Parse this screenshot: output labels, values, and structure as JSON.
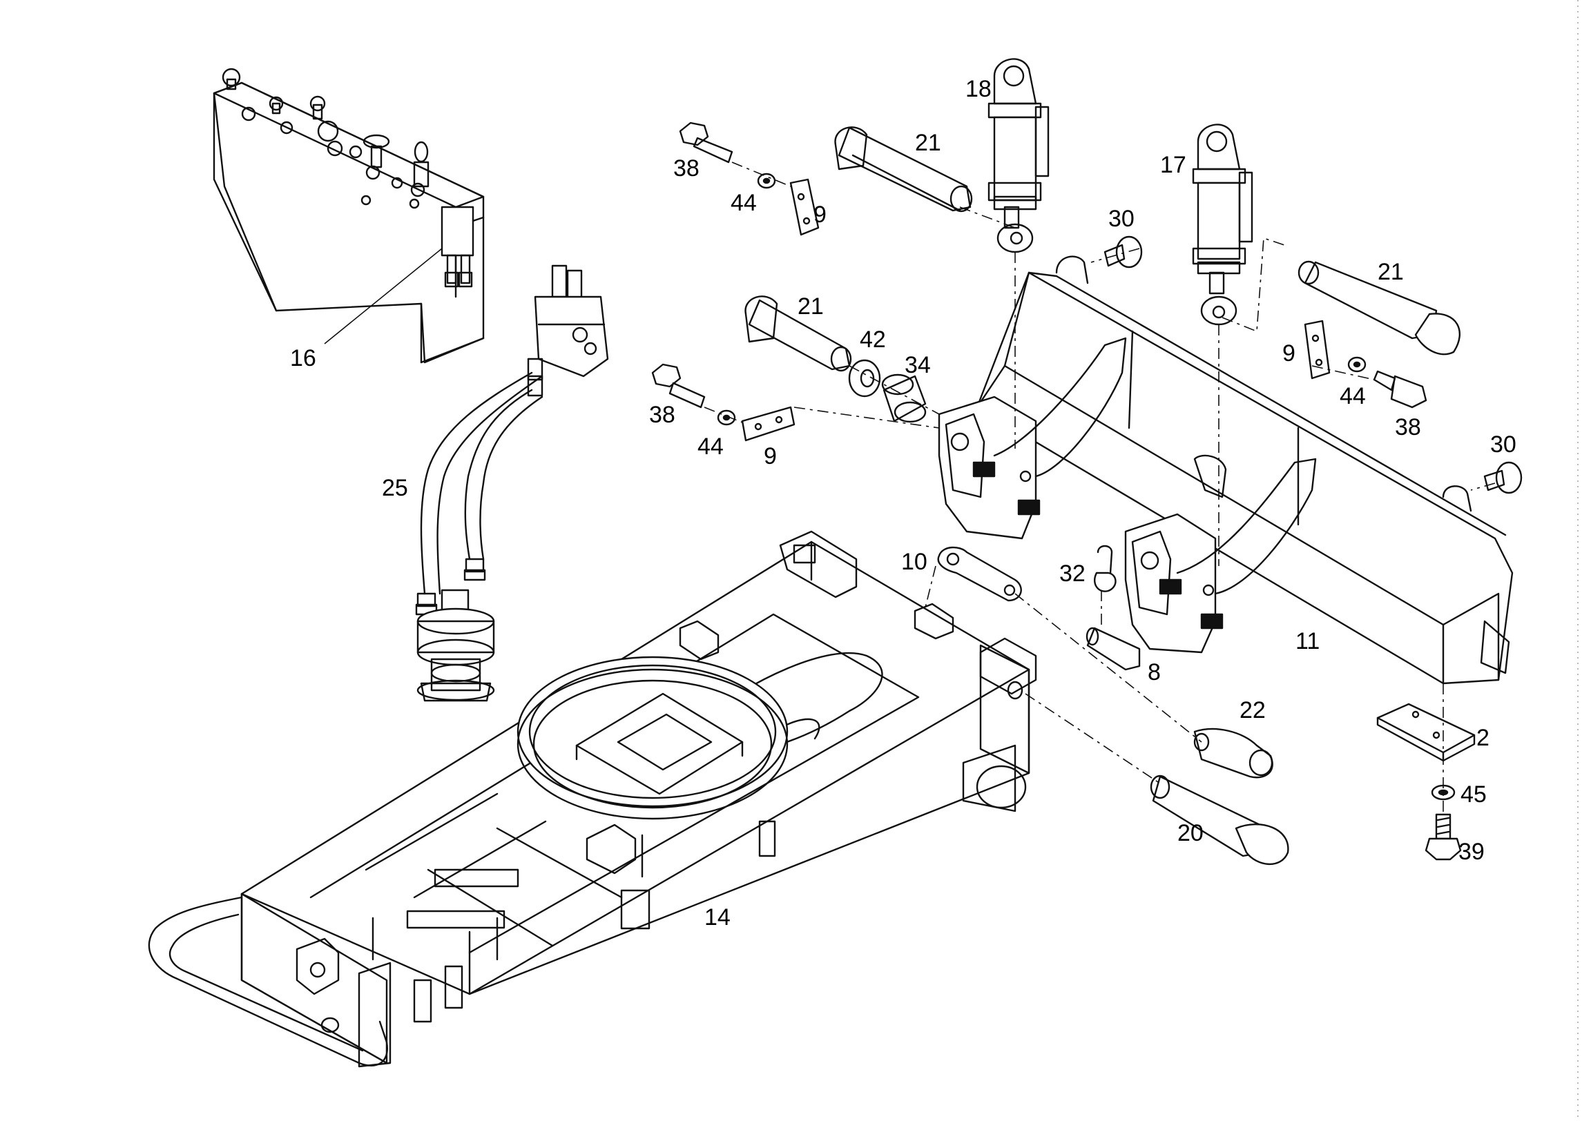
{
  "callouts": {
    "c2": "2",
    "c8": "8",
    "c9a": "9",
    "c9b": "9",
    "c9c": "9",
    "c10": "10",
    "c11": "11",
    "c14": "14",
    "c16": "16",
    "c17": "17",
    "c18": "18",
    "c20": "20",
    "c21a": "21",
    "c21b": "21",
    "c21c": "21",
    "c22": "22",
    "c25": "25",
    "c30a": "30",
    "c30b": "30",
    "c32": "32",
    "c34": "34",
    "c38a": "38",
    "c38b": "38",
    "c38c": "38",
    "c39": "39",
    "c42": "42",
    "c44a": "44",
    "c44b": "44",
    "c44c": "44",
    "c45": "45"
  }
}
